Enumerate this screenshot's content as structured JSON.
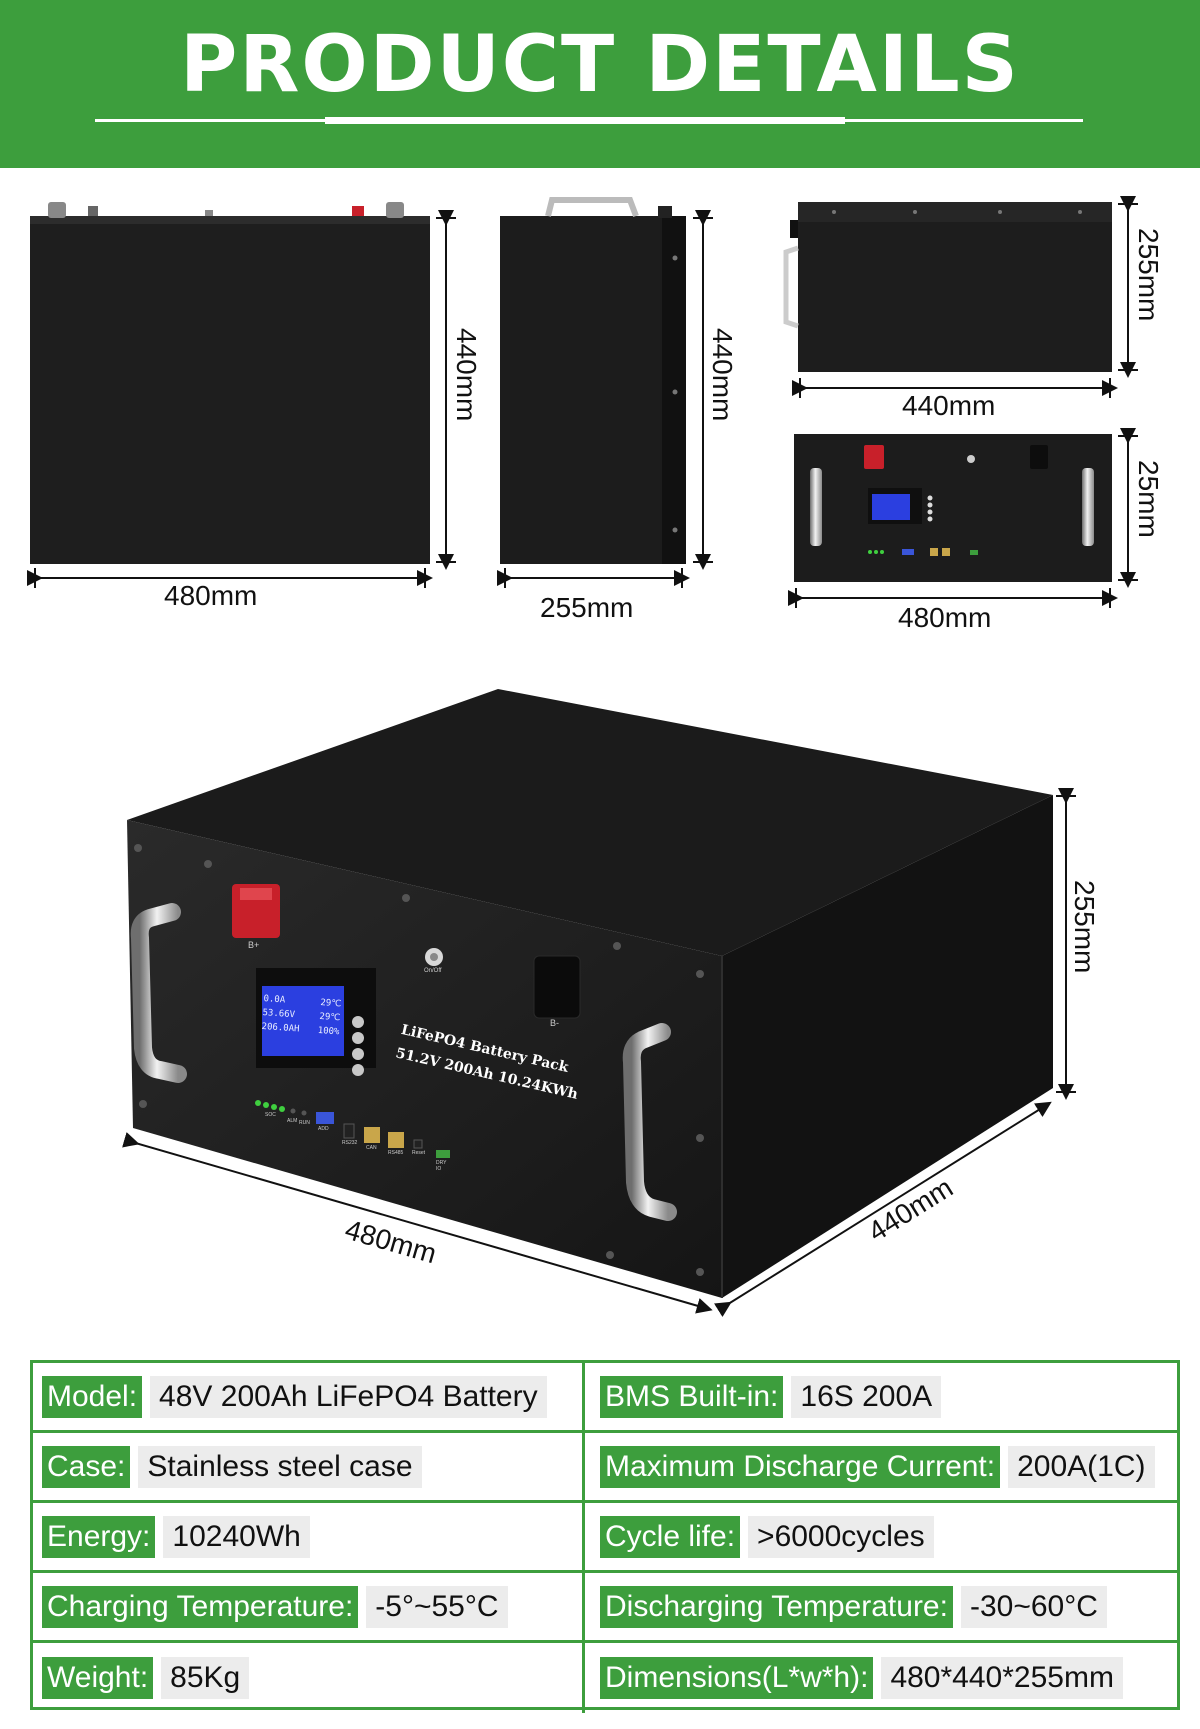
{
  "header": {
    "title": "PRODUCT DETAILS"
  },
  "battery_label": {
    "line1": "LiFePO4 Battery Pack",
    "line2": "51.2V 200Ah 10.24KWh"
  },
  "screen": {
    "row1": "0.0A",
    "row1b": "29℃",
    "row2": "53.66V",
    "row2b": "29℃",
    "row3": "206.0AH",
    "row3b": "100%"
  },
  "terminals": {
    "positive": "B+",
    "negative": "B-",
    "power": "On/Off"
  },
  "ports": {
    "soc": "SOC",
    "alm": "ALM",
    "run": "RUN",
    "add": "ADD",
    "rs232": "RS232",
    "can": "CAN",
    "rs485": "RS485",
    "reset": "Reset",
    "dry": "DRY IO"
  },
  "dimensions": {
    "front_width": "480mm",
    "front_height": "440mm",
    "side_depth": "255mm",
    "side_height": "440mm",
    "top_height": "255mm",
    "top_width": "440mm",
    "panel_height": "25mm",
    "panel_width": "480mm",
    "main_width": "480mm",
    "main_depth": "440mm",
    "main_height": "255mm"
  },
  "specs": [
    {
      "left": {
        "label": "Model:",
        "value": "48V 200Ah LiFePO4 Battery"
      },
      "right": {
        "label": "BMS Built-in:",
        "value": "16S 200A"
      }
    },
    {
      "left": {
        "label": "Case:",
        "value": "Stainless steel case"
      },
      "right": {
        "label": "Maximum Discharge Current:",
        "value": "200A(1C)"
      }
    },
    {
      "left": {
        "label": "Energy:",
        "value": "10240Wh"
      },
      "right": {
        "label": "Cycle life:",
        "value": ">6000cycles"
      }
    },
    {
      "left": {
        "label": "Charging Temperature:",
        "value": "-5°~55°C"
      },
      "right": {
        "label": "Discharging Temperature:",
        "value": "-30~60°C"
      }
    },
    {
      "left": {
        "label": "Weight:",
        "value": "85Kg"
      },
      "right": {
        "label": "Dimensions(L*w*h):",
        "value": "480*440*255mm"
      }
    }
  ],
  "colors": {
    "brand_green": "#3d9e3d",
    "battery_black": "#1a1a1a",
    "lcd_blue": "#2b3fe0",
    "terminal_red": "#c8202a"
  }
}
